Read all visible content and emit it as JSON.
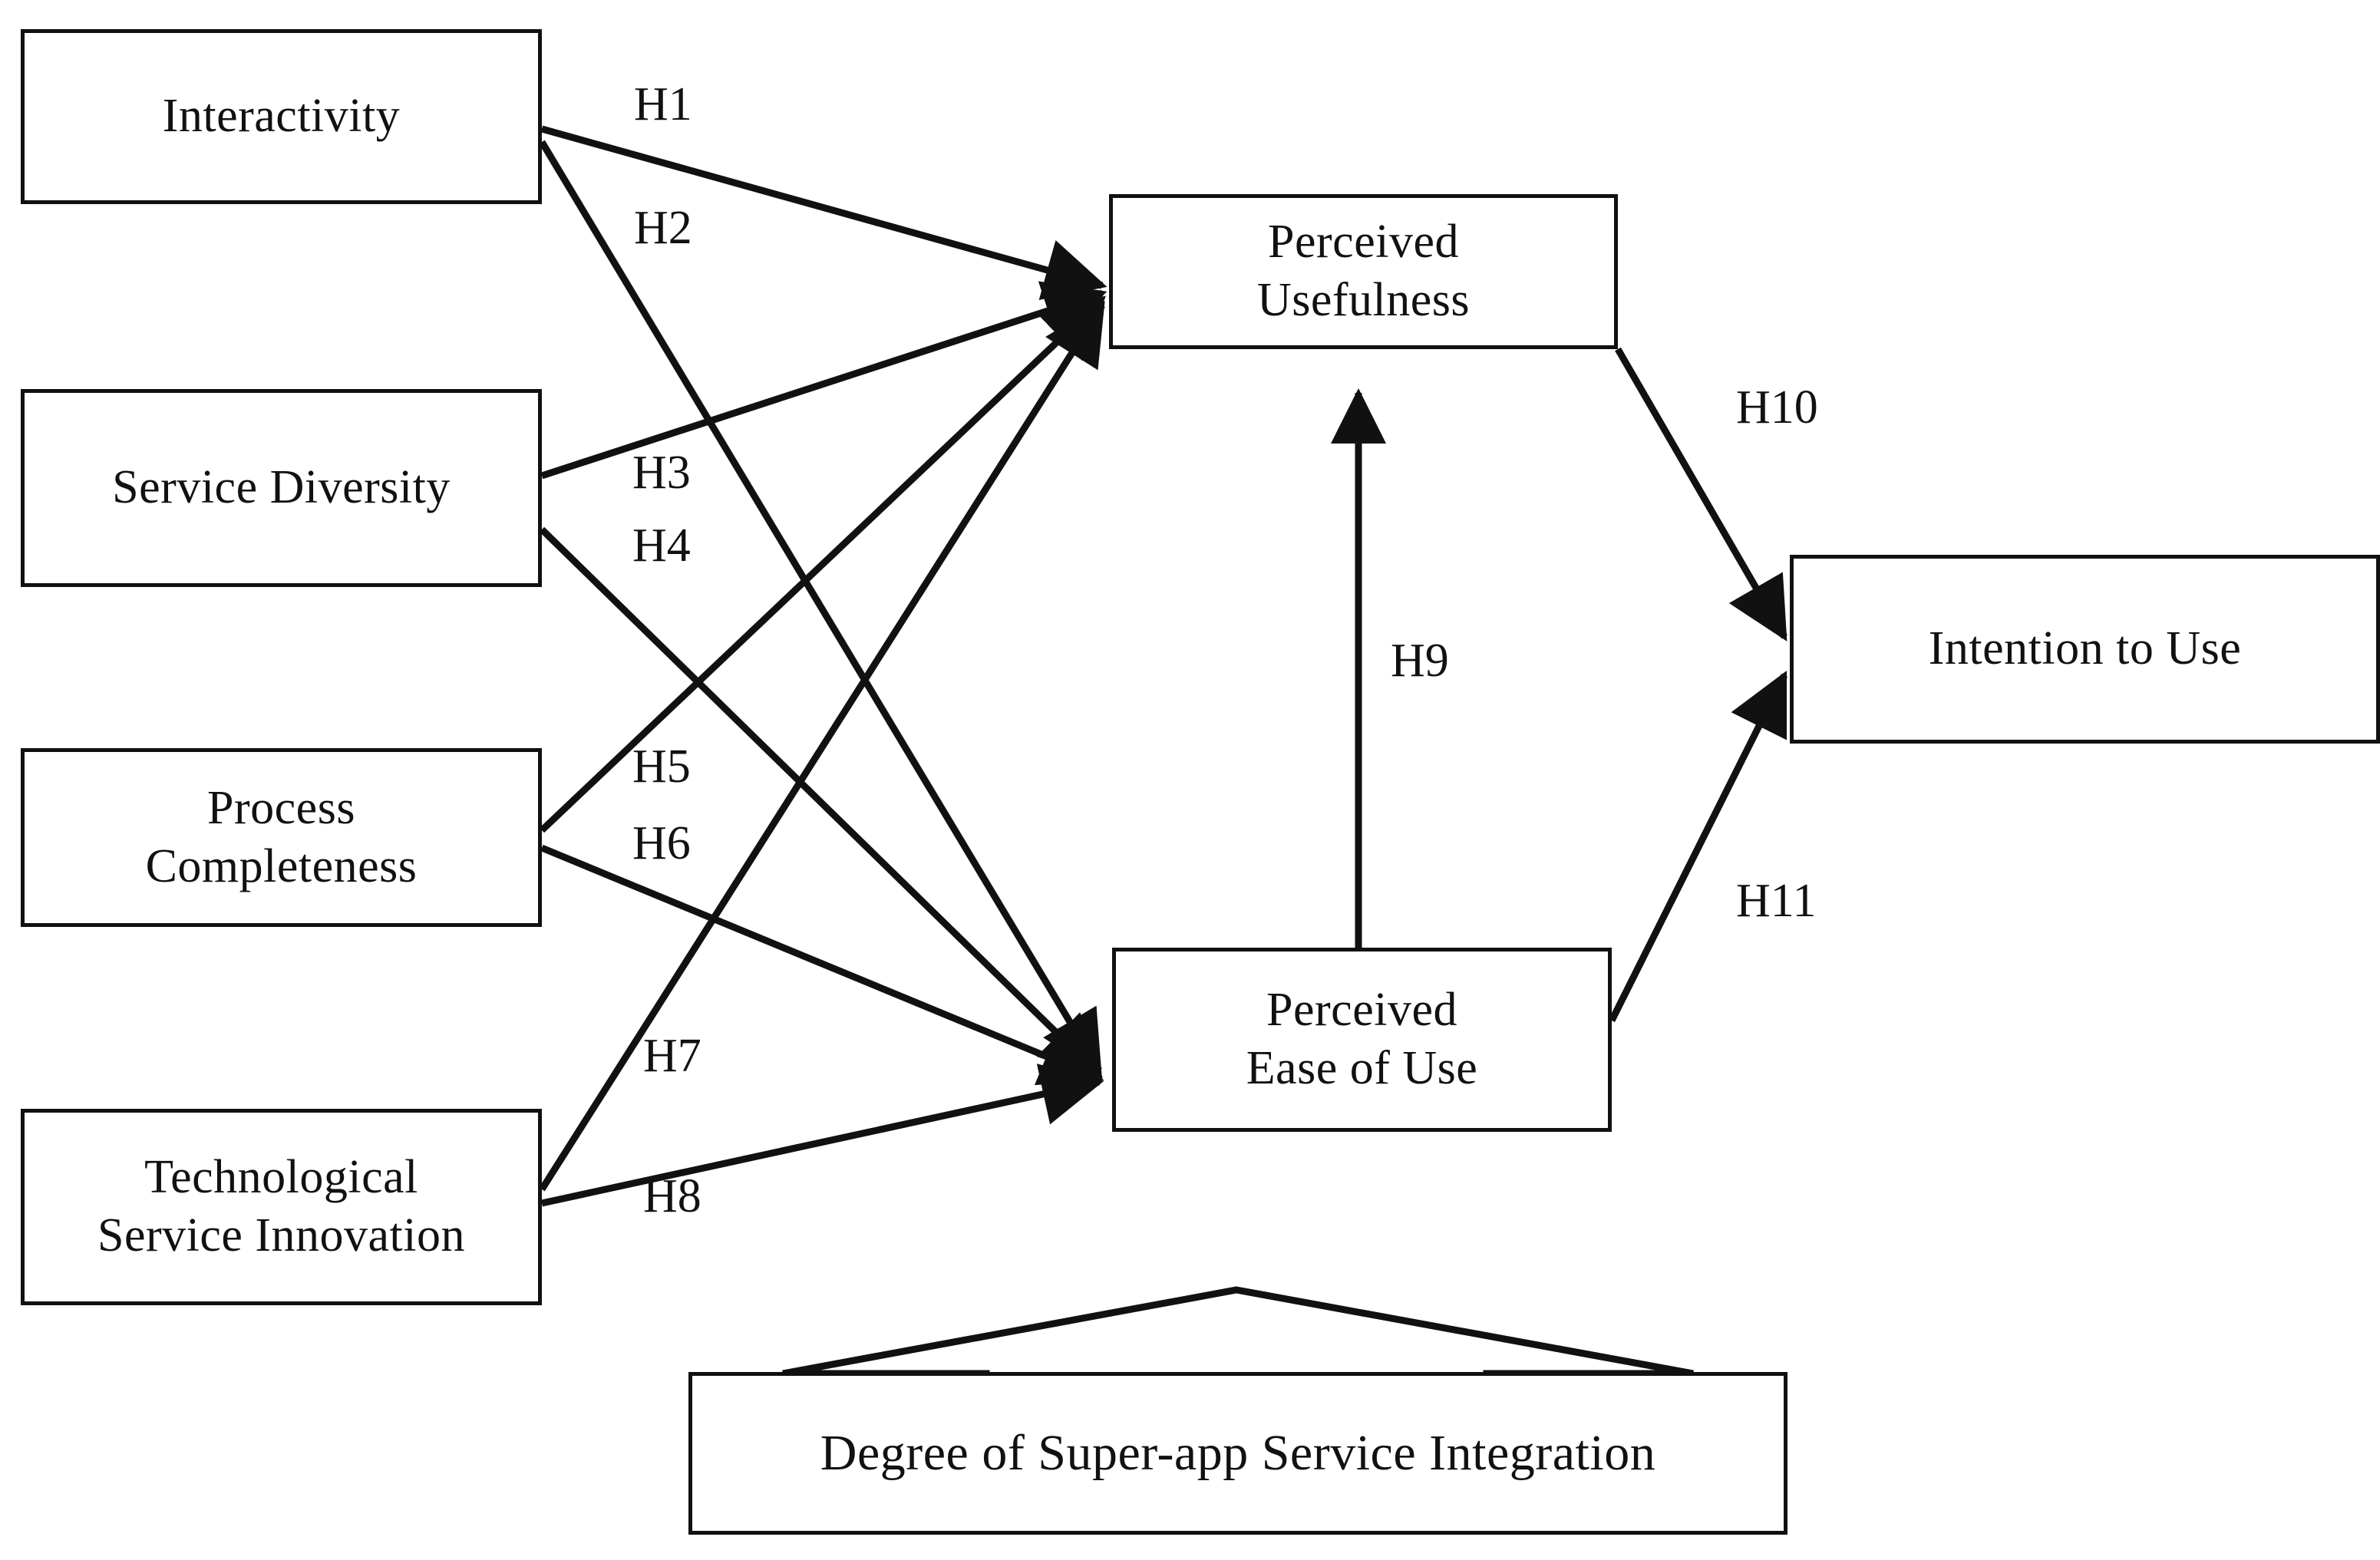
{
  "diagram": {
    "type": "research-model-path-diagram",
    "title": "",
    "line_color": "#111111",
    "background_color": "#ffffff",
    "text_color": "#111111"
  },
  "nodes": {
    "antecedents": [
      {
        "id": "interactivity",
        "label": "Interactivity"
      },
      {
        "id": "service-diversity",
        "label": "Service Diversity"
      },
      {
        "id": "process-completeness",
        "label": "Process\nCompleteness"
      },
      {
        "id": "technological-service-innovation",
        "label": "Technological\nService Innovation"
      }
    ],
    "mediators": [
      {
        "id": "perceived-usefulness",
        "label": "Perceived\nUsefulness"
      },
      {
        "id": "perceived-ease-of-use",
        "label": "Perceived\nEase of Use"
      }
    ],
    "outcome": {
      "id": "intention-to-use",
      "label": "Intention to Use"
    },
    "moderator": {
      "id": "degree-of-super-app-service-integration",
      "label": "Degree of Super-app Service Integration"
    }
  },
  "hypotheses": [
    {
      "id": "H1",
      "label": "H1",
      "from": "Interactivity",
      "to": "Perceived Usefulness"
    },
    {
      "id": "H2",
      "label": "H2",
      "from": "Interactivity",
      "to": "Perceived Ease of Use"
    },
    {
      "id": "H3",
      "label": "H3",
      "from": "Service Diversity",
      "to": "Perceived Usefulness"
    },
    {
      "id": "H4",
      "label": "H4",
      "from": "Service Diversity",
      "to": "Perceived Ease of Use"
    },
    {
      "id": "H5",
      "label": "H5",
      "from": "Process Completeness",
      "to": "Perceived Usefulness"
    },
    {
      "id": "H6",
      "label": "H6",
      "from": "Process Completeness",
      "to": "Perceived Ease of Use"
    },
    {
      "id": "H7",
      "label": "H7",
      "from": "Technological Service Innovation",
      "to": "Perceived Usefulness"
    },
    {
      "id": "H8",
      "label": "H8",
      "from": "Technological Service Innovation",
      "to": "Perceived Ease of Use"
    },
    {
      "id": "H9",
      "label": "H9",
      "from": "Perceived Ease of Use",
      "to": "Perceived Usefulness"
    },
    {
      "id": "H10",
      "label": "H10",
      "from": "Perceived Usefulness",
      "to": "Intention to Use"
    },
    {
      "id": "H11",
      "label": "H11",
      "from": "Perceived Ease of Use",
      "to": "Intention to Use"
    }
  ]
}
